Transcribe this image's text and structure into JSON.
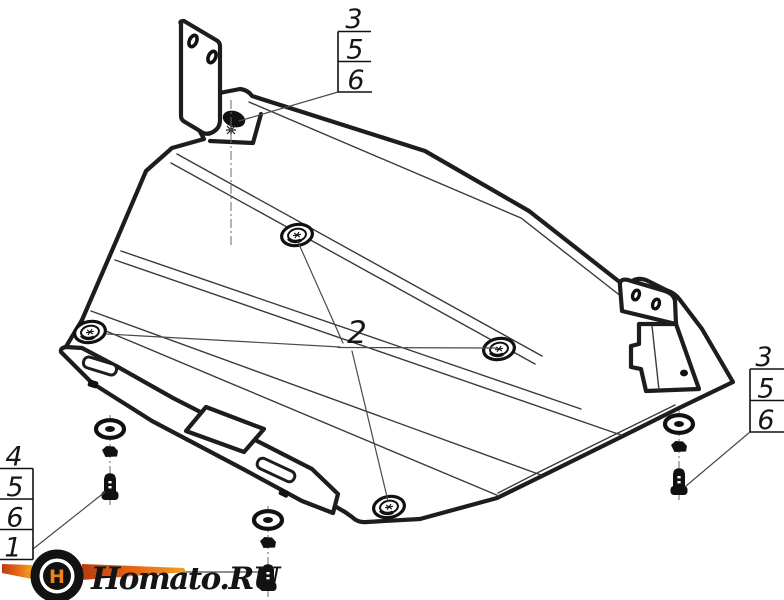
{
  "callouts": {
    "top": {
      "items": [
        "3",
        "5",
        "6"
      ]
    },
    "right": {
      "items": [
        "3",
        "5",
        "6"
      ]
    },
    "left": {
      "items": [
        "4",
        "5",
        "6",
        "1"
      ]
    },
    "plate": {
      "label": "2"
    }
  },
  "logo": {
    "text": "Homato.RU",
    "hub_letter": "H"
  },
  "colors": {
    "line": "#1d1d1b",
    "thin_line": "#3a3a3a",
    "logo_orange": "#f08019",
    "logo_dark_orange": "#b93c10",
    "background": "#ffffff"
  }
}
